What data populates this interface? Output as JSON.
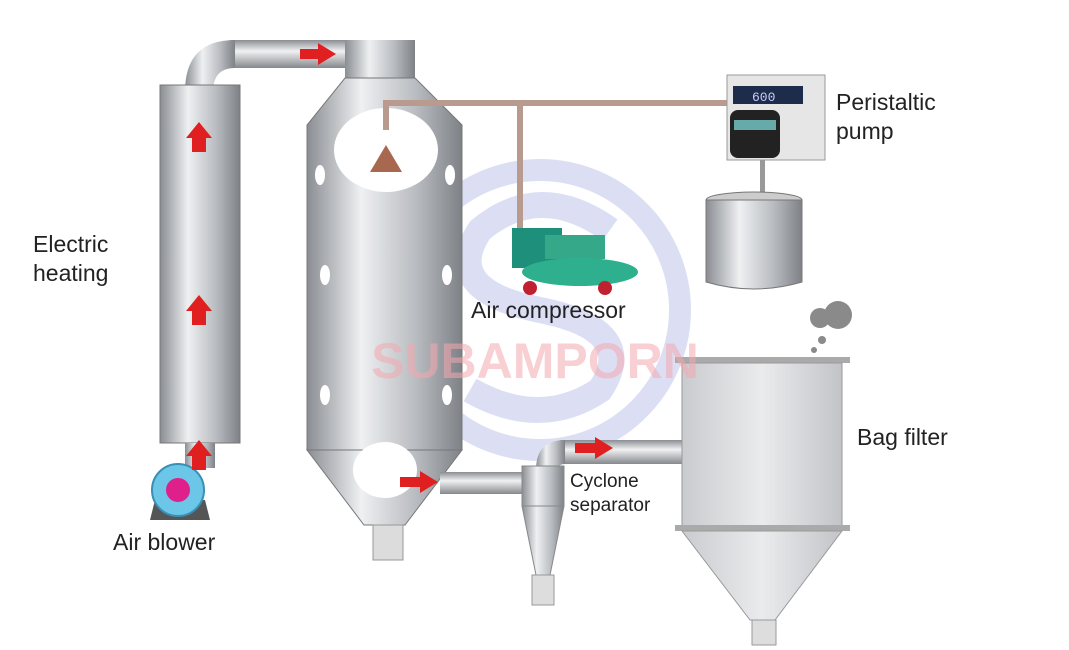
{
  "labels": {
    "electric_heating": [
      "Electric",
      "heating"
    ],
    "air_blower": "Air blower",
    "air_compressor": "Air compressor",
    "peristaltic_pump": [
      "Peristaltic",
      "pump"
    ],
    "bag_filter": "Bag filter",
    "cyclone_separator": [
      "Cyclone",
      "separator"
    ],
    "pump_display": "600"
  },
  "watermark": "SUBAMPORN",
  "colors": {
    "arrow": "#e02020",
    "watermark_text": "#f4a8b0",
    "watermark_logo": "#b8bde8"
  }
}
